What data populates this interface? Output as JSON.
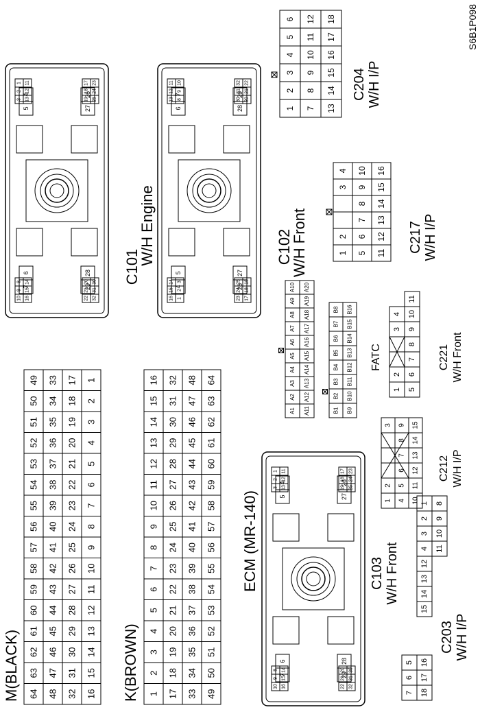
{
  "ref": "S6B1P098",
  "m_black": {
    "title": "M(BLACK)",
    "rows": [
      [
        "64",
        "63",
        "62",
        "61",
        "60",
        "59",
        "58",
        "57",
        "56",
        "55",
        "54",
        "53",
        "52",
        "51",
        "50",
        "49"
      ],
      [
        "48",
        "47",
        "46",
        "45",
        "44",
        "43",
        "42",
        "41",
        "40",
        "39",
        "38",
        "37",
        "36",
        "35",
        "34",
        "33"
      ],
      [
        "32",
        "31",
        "30",
        "29",
        "28",
        "27",
        "26",
        "25",
        "24",
        "23",
        "22",
        "21",
        "20",
        "19",
        "18",
        "17"
      ],
      [
        "16",
        "15",
        "14",
        "13",
        "12",
        "11",
        "10",
        "9",
        "8",
        "7",
        "6",
        "5",
        "4",
        "3",
        "2",
        "1"
      ]
    ]
  },
  "k_brown": {
    "title": "K(BROWN)",
    "rows": [
      [
        "1",
        "2",
        "3",
        "4",
        "5",
        "6",
        "7",
        "8",
        "9",
        "10",
        "11",
        "12",
        "13",
        "14",
        "15",
        "16"
      ],
      [
        "17",
        "18",
        "19",
        "20",
        "21",
        "22",
        "23",
        "24",
        "25",
        "26",
        "27",
        "28",
        "29",
        "30",
        "31",
        "32"
      ],
      [
        "33",
        "34",
        "35",
        "36",
        "37",
        "38",
        "39",
        "40",
        "41",
        "42",
        "43",
        "44",
        "45",
        "46",
        "47",
        "48"
      ],
      [
        "49",
        "50",
        "51",
        "52",
        "53",
        "54",
        "55",
        "56",
        "57",
        "58",
        "59",
        "60",
        "61",
        "62",
        "63",
        "64"
      ]
    ]
  },
  "c101": {
    "title": "C101",
    "subtitle": "W/H Engine",
    "blocks": {
      "ll": [
        [
          "10",
          "9",
          "8"
        ],
        [
          "16",
          "15",
          "14"
        ]
      ],
      "ml": [
        [
          "7",
          "6"
        ]
      ],
      "mr": [
        [
          "5",
          "4"
        ]
      ],
      "rr": [
        [
          "3",
          "2",
          "1"
        ],
        [
          "13",
          "12",
          "11"
        ]
      ],
      "ll2": [
        [
          "22",
          "21",
          "20"
        ],
        [
          "32",
          "31",
          "30"
        ]
      ],
      "ml2": [
        [
          "29",
          "28"
        ]
      ],
      "mr2": [
        [
          "27",
          "26"
        ]
      ],
      "rr2": [
        [
          "19",
          "18",
          "17"
        ],
        [
          "25",
          "24",
          "23"
        ]
      ]
    }
  },
  "c102": {
    "title": "C102",
    "subtitle": "W/H Front",
    "blocks": {
      "ll": [
        [
          "16",
          "15",
          "14"
        ],
        [
          "1",
          "2",
          "3"
        ]
      ],
      "ml": [
        [
          "4",
          "5"
        ]
      ],
      "mr": [
        [
          "6",
          "7"
        ]
      ],
      "rr": [
        [
          "13",
          "12",
          "11"
        ],
        [
          "8",
          "9",
          "10"
        ]
      ],
      "ll2": [
        [
          "23",
          "24",
          "25"
        ],
        [
          "17",
          "18",
          "18"
        ]
      ],
      "ml2": [
        [
          "26",
          "27"
        ]
      ],
      "mr2": [
        [
          "28",
          "29"
        ]
      ],
      "rr2": [
        [
          "30",
          "31",
          "32"
        ],
        [
          "20",
          "21",
          "22"
        ]
      ]
    }
  },
  "ecm": {
    "title": "ECM (MR-140)",
    "blocks": {
      "ll": [
        [
          "10",
          "9",
          "8"
        ],
        [
          "16",
          "15",
          "14"
        ]
      ],
      "ml": [
        [
          "7",
          "6"
        ]
      ],
      "mr": [
        [
          "5",
          "4"
        ]
      ],
      "rr": [
        [
          "3",
          "2",
          "1"
        ],
        [
          "13",
          "12",
          "11"
        ]
      ],
      "ll2": [
        [
          "22",
          "21",
          "20"
        ],
        [
          "32",
          "31",
          "30"
        ]
      ],
      "ml2": [
        [
          "29",
          "28"
        ]
      ],
      "mr2": [
        [
          "27",
          "26"
        ]
      ],
      "rr2": [
        [
          "19",
          "18",
          "17"
        ],
        [
          "25",
          "24",
          "23"
        ]
      ]
    }
  },
  "c204": {
    "title": "C204",
    "subtitle": "W/H I/P",
    "rows": [
      [
        "1",
        "2",
        "3",
        "4",
        "5",
        "6"
      ],
      [
        "7",
        "8",
        "9",
        "10",
        "11",
        "12"
      ],
      [
        "13",
        "14",
        "15",
        "16",
        "17",
        "18"
      ]
    ]
  },
  "c217": {
    "title": "C217",
    "subtitle": "W/H I/P",
    "rows": [
      [
        "1",
        "2",
        "",
        "",
        "3",
        "4"
      ],
      [
        "5",
        "6",
        "7",
        "8",
        "9",
        "10"
      ],
      [
        "11",
        "12",
        "13",
        "14",
        "15",
        "16"
      ]
    ]
  },
  "fatc": {
    "title": "FATC",
    "a_rows": [
      [
        "A1",
        "A2",
        "A3",
        "A4",
        "A5",
        "A6",
        "A7",
        "A8",
        "A9",
        "A10"
      ],
      [
        "A11",
        "A12",
        "A13",
        "A14",
        "A15",
        "A16",
        "A17",
        "A18",
        "A19",
        "A20"
      ]
    ],
    "b_rows": [
      [
        "B1",
        "B2",
        "B3",
        "B4",
        "B5",
        "B6",
        "B7",
        "B8"
      ],
      [
        "B9",
        "B10",
        "B11",
        "B12",
        "B13",
        "B14",
        "B15",
        "B16"
      ]
    ]
  },
  "c221": {
    "title": "C221",
    "subtitle": "W/H Front",
    "top": [
      "1",
      "2",
      "",
      "",
      "3",
      "4"
    ],
    "bottom": [
      "5",
      "6",
      "7",
      "8",
      "9",
      "10",
      "11"
    ]
  },
  "c212": {
    "title": "C212",
    "subtitle": "W/H I/P",
    "top": [
      "1",
      "2",
      "",
      "",
      "",
      "3"
    ],
    "mid": [
      "4",
      "5",
      "6",
      "7",
      "8",
      "9"
    ],
    "bottom": [
      "10",
      "11",
      "12",
      "13",
      "14",
      "15"
    ]
  },
  "c103": {
    "title": "C103",
    "subtitle": "W/H Front",
    "top": [
      "4",
      "3",
      "2",
      "1"
    ],
    "bottom": [
      "11",
      "10",
      "9",
      "8"
    ],
    "mid": [
      "15",
      "14",
      "13",
      "12"
    ],
    "left_top": [
      "7",
      "6",
      "5"
    ],
    "left_bottom": [
      "18",
      "17",
      "16"
    ]
  },
  "c203": {
    "title": "C203",
    "subtitle": "W/H I/P"
  }
}
